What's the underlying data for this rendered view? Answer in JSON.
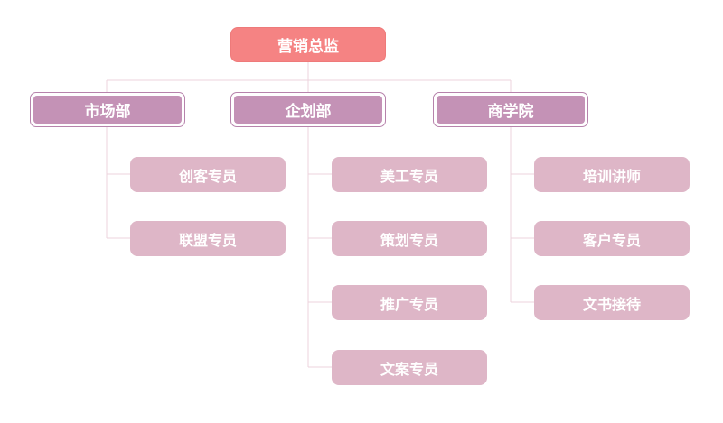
{
  "root": {
    "label": "营销总监"
  },
  "departments": [
    {
      "label": "市场部",
      "roles": [
        "创客专员",
        "联盟专员"
      ]
    },
    {
      "label": "企划部",
      "roles": [
        "美工专员",
        "策划专员",
        "推广专员",
        "文案专员"
      ]
    },
    {
      "label": "商学院",
      "roles": [
        "培训讲师",
        "客户专员",
        "文书接待"
      ]
    }
  ],
  "colors": {
    "root_fill": "#f58383",
    "department_fill": "#c492b6",
    "department_border": "#b783ac",
    "role_fill": "#deb6c7",
    "connector": "#ecd3dc"
  }
}
